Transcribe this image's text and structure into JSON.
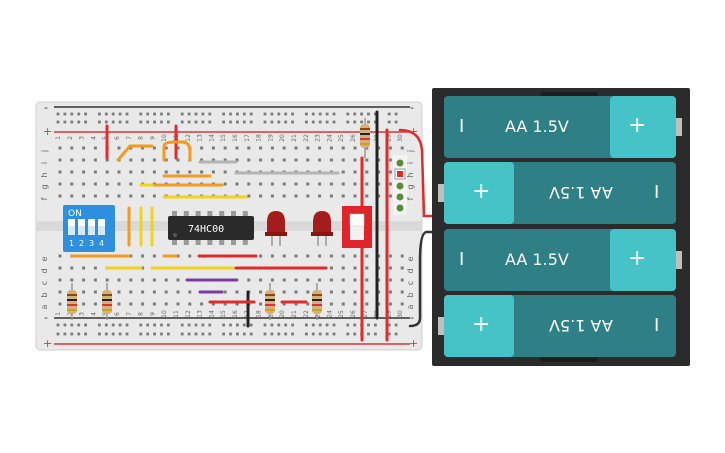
{
  "breadboard": {
    "rail_plus": "+",
    "rail_minus": "-",
    "row_labels_top": [
      "j",
      "i",
      "h",
      "g",
      "f"
    ],
    "row_labels_bottom": [
      "e",
      "d",
      "c",
      "b",
      "a"
    ],
    "column_numbers": [
      "1",
      "2",
      "3",
      "4",
      "5",
      "6",
      "7",
      "8",
      "9",
      "10",
      "11",
      "12",
      "13",
      "14",
      "15",
      "16",
      "17",
      "18",
      "19",
      "20",
      "21",
      "22",
      "23",
      "24",
      "25",
      "26",
      "27",
      "28",
      "29",
      "30"
    ]
  },
  "dip_switch": {
    "on_label": "ON",
    "switch_numbers": [
      "1",
      "2",
      "3",
      "4"
    ]
  },
  "chip": {
    "label": "74HC00"
  },
  "battery_pack": {
    "cells": [
      {
        "label": "AA 1.5V",
        "plus": "+",
        "minus": "I",
        "orientation": "normal"
      },
      {
        "label": "AA 1.5V",
        "plus": "+",
        "minus": "I",
        "orientation": "flipped"
      },
      {
        "label": "AA 1.5V",
        "plus": "+",
        "minus": "I",
        "orientation": "normal"
      },
      {
        "label": "AA 1.5V",
        "plus": "+",
        "minus": "I",
        "orientation": "flipped"
      }
    ]
  },
  "colors": {
    "board": "#e9e9e9",
    "rail_red": "#d33b3b",
    "rail_black": "#333333",
    "battery_case": "#2b2b2b",
    "battery_body": "#2e7f86",
    "battery_cap": "#45c3c6",
    "dip_blue": "#2f8fdf",
    "chip_body": "#2a2a2a",
    "led_red": "#a51c1c",
    "switch_red": "#e0242a",
    "wire_orange": "#f39a1f",
    "wire_yellow": "#f2d31b",
    "wire_grey": "#b4b4b4",
    "wire_purple": "#7c3aa5",
    "wire_red": "#e32b2b",
    "wire_black": "#222222"
  }
}
